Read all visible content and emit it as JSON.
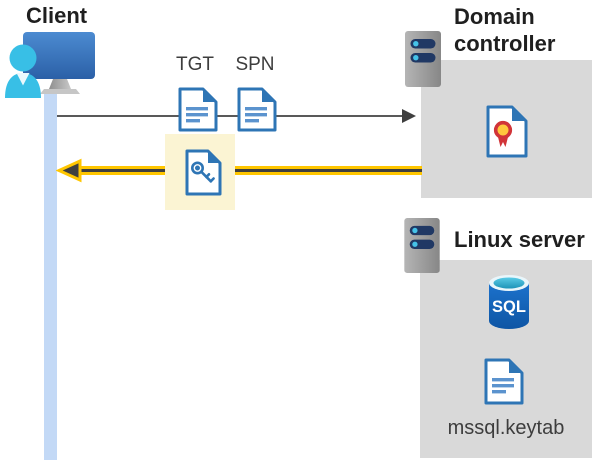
{
  "client": {
    "label": "Client"
  },
  "flow": {
    "tgt_label": "TGT",
    "spn_label": "SPN",
    "request_arrow": "client-to-domain-controller",
    "response_arrow": "domain-controller-to-client"
  },
  "domain_controller": {
    "label": "Domain controller"
  },
  "linux_server": {
    "label": "Linux server",
    "sql_label": "SQL",
    "keytab_label": "mssql.keytab"
  },
  "icons": [
    "client-user-icon",
    "client-monitor-icon",
    "tgt-document-icon",
    "spn-document-icon",
    "key-ticket-document-icon",
    "server-icon",
    "certificate-icon",
    "sql-database-icon",
    "keytab-document-icon"
  ],
  "colors": {
    "accent_yellow": "#FFC600",
    "highlight_yellow": "#FBF4D3",
    "panel_gray": "#D9D9D9",
    "doc_blue": "#2E75B5",
    "doc_line_blue": "#5B93CE",
    "client_cyan": "#38BFE6",
    "bar_blue": "#C3D9F6",
    "arrow_gray": "#595959",
    "arrow_dark": "#3F3F3F",
    "server_navy": "#203864",
    "server_dot_cyan": "#45C2E8",
    "sql_blue": "#1565BE",
    "sql_top_teal": "#35AECF",
    "cert_red": "#D13438",
    "cert_gold": "#FFC83D"
  }
}
